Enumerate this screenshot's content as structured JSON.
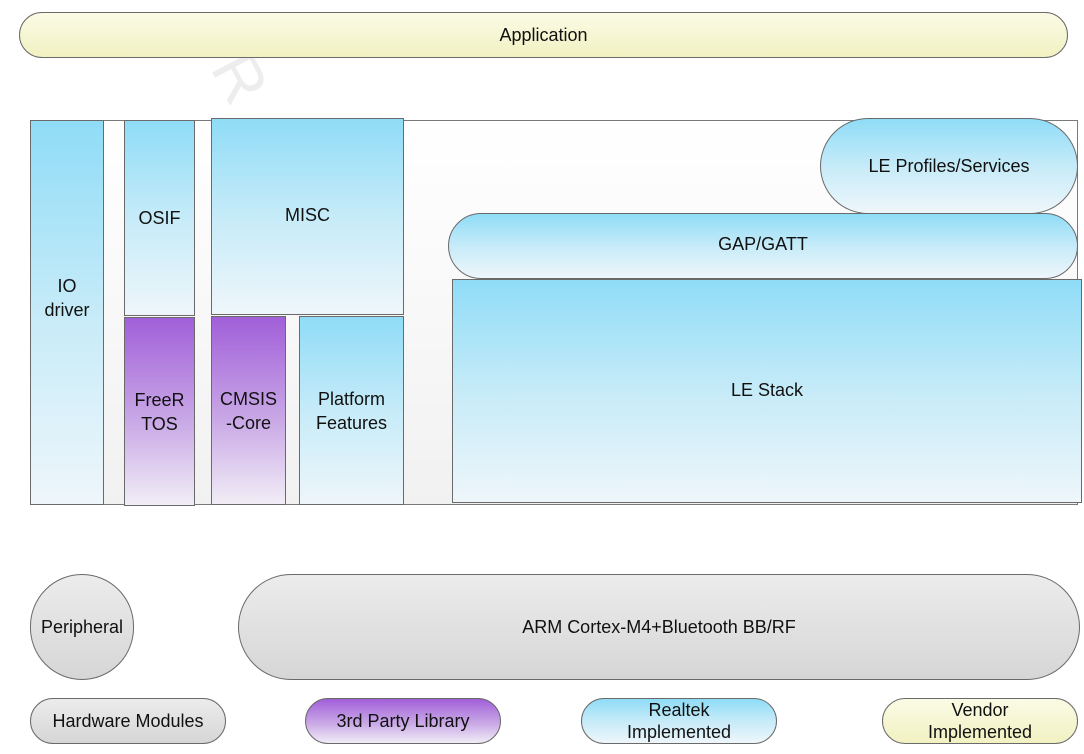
{
  "application": "Application",
  "stack": {
    "io_driver": "IO\ndriver",
    "osif": "OSIF",
    "misc": "MISC",
    "freertos": "FreeR\nTOS",
    "cmsis_core": "CMSIS\n-Core",
    "platform_features": "Platform\nFeatures",
    "le_profiles": "LE Profiles/Services",
    "gap_gatt": "GAP/GATT",
    "le_stack": "LE Stack"
  },
  "hardware": {
    "peripheral": "Peripheral",
    "arm_cortex": "ARM Cortex-M4+Bluetooth BB/RF"
  },
  "legend": {
    "hardware_modules": "Hardware Modules",
    "third_party": "3rd Party Library",
    "realtek": "Realtek\nImplemented",
    "vendor": "Vendor\nImplemented"
  },
  "colors": {
    "realtek_blue": "#8fdcf7",
    "third_party_purple": "#a15fd9",
    "hardware_gray": "#d6d6d6",
    "vendor_cream": "#f1f1c2"
  }
}
